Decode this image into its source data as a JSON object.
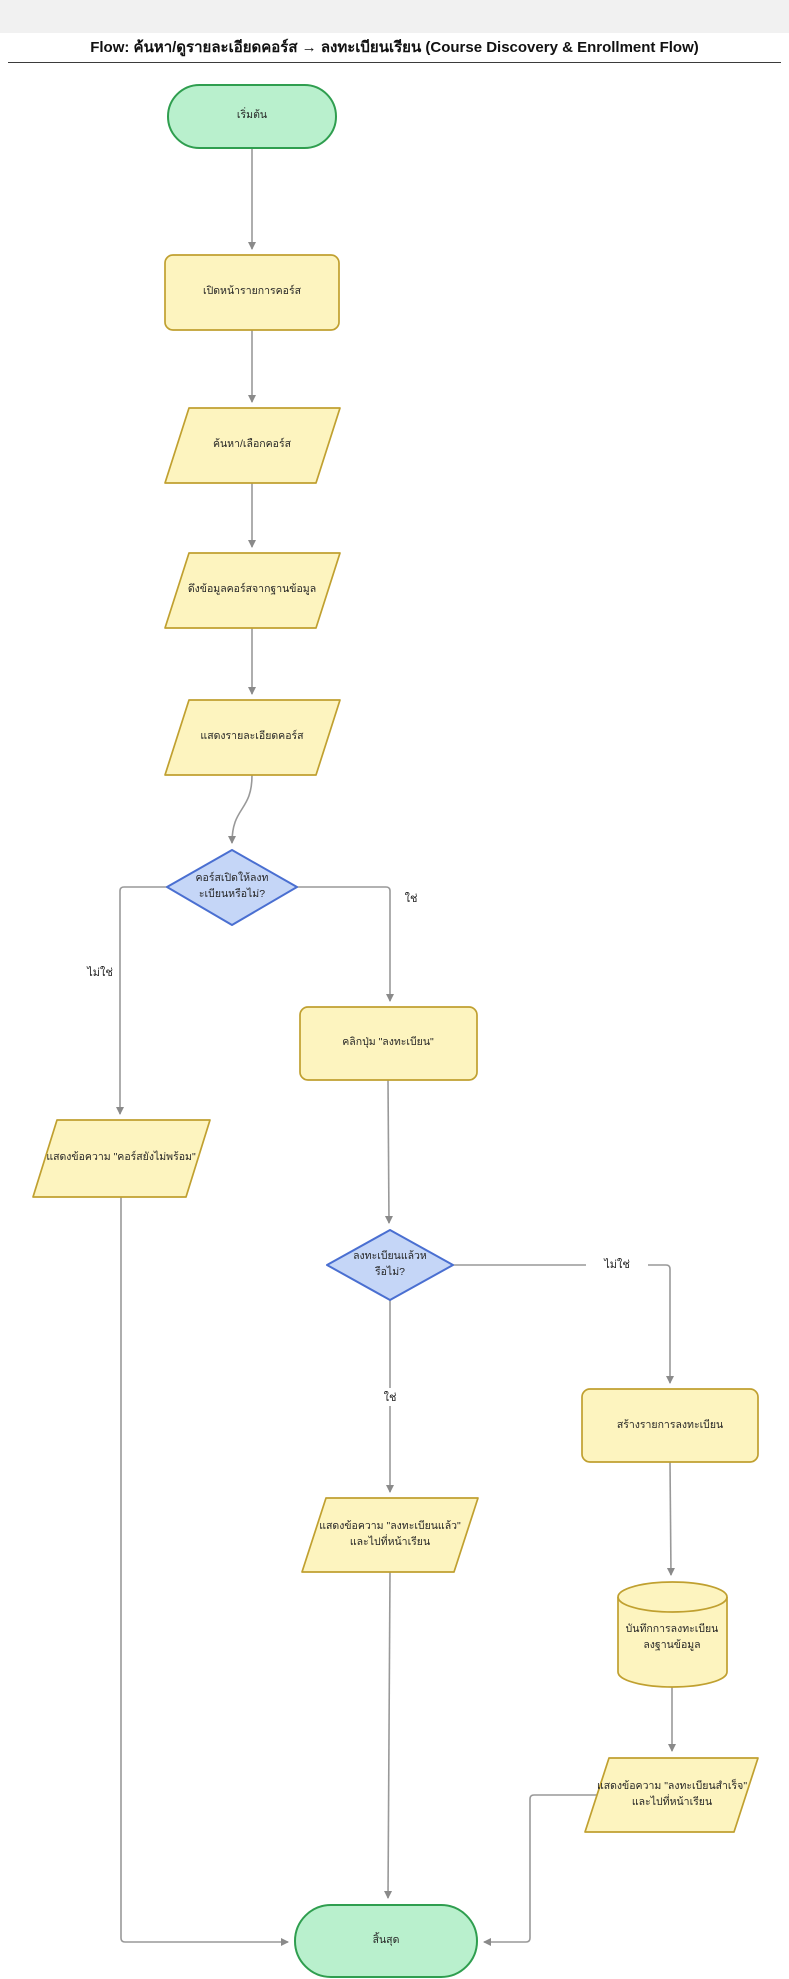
{
  "header": {
    "title": "Flow: ค้นหา/ดูรายละเอียดคอร์ส → ลงทะเบียนเรียน (Course Discovery & Enrollment Flow)"
  },
  "flowchart": {
    "nodes": {
      "start": {
        "type": "terminal",
        "label": "เริ่มต้น"
      },
      "open_list": {
        "type": "process",
        "label": "เปิดหน้ารายการคอร์ส"
      },
      "search": {
        "type": "io",
        "label": "ค้นหา/เลือกคอร์ส"
      },
      "fetch": {
        "type": "io",
        "label": "ดึงข้อมูลคอร์สจากฐานข้อมูล"
      },
      "show_detail": {
        "type": "io",
        "label": "แสดงรายละเอียดคอร์ส"
      },
      "open_check": {
        "type": "decision",
        "label": [
          "คอร์สเปิดให้ลงท",
          "ะเบียนหรือไม่?"
        ]
      },
      "click_enroll": {
        "type": "process",
        "label": "คลิกปุ่ม \"ลงทะเบียน\""
      },
      "not_ready": {
        "type": "io",
        "label": "แสดงข้อความ \"คอร์สยังไม่พร้อม\""
      },
      "enrolled_check": {
        "type": "decision",
        "label": [
          "ลงทะเบียนแล้วห",
          "รือไม่?"
        ]
      },
      "create_enroll": {
        "type": "process",
        "label": "สร้างรายการลงทะเบียน"
      },
      "already_msg": {
        "type": "io",
        "label": [
          "แสดงข้อความ \"ลงทะเบียนแล้ว\"",
          "และไปที่หน้าเรียน"
        ]
      },
      "save_db": {
        "type": "database",
        "label": [
          "บันทึกการลงทะเบียน",
          "ลงฐานข้อมูล"
        ]
      },
      "success_msg": {
        "type": "io",
        "label": [
          "แสดงข้อความ \"ลงทะเบียนสำเร็จ\"",
          "และไปที่หน้าเรียน"
        ]
      },
      "end": {
        "type": "terminal",
        "label": "สิ้นสุด"
      }
    },
    "edge_labels": {
      "open_yes": "ใช่",
      "open_no": "ไม่ใช่",
      "enrolled_yes": "ใช่",
      "enrolled_no": "ไม่ใช่"
    },
    "colors": {
      "terminal_fill": "#b9f0cd",
      "terminal_stroke": "#2f9e4f",
      "process_fill": "#fdf4bf",
      "process_stroke": "#c0a030",
      "decision_fill": "#c5d6f7",
      "decision_stroke": "#4a6fd1",
      "edge_color": "#999999",
      "arrow_color": "#8a8a8a",
      "text_color": "#262626"
    }
  }
}
